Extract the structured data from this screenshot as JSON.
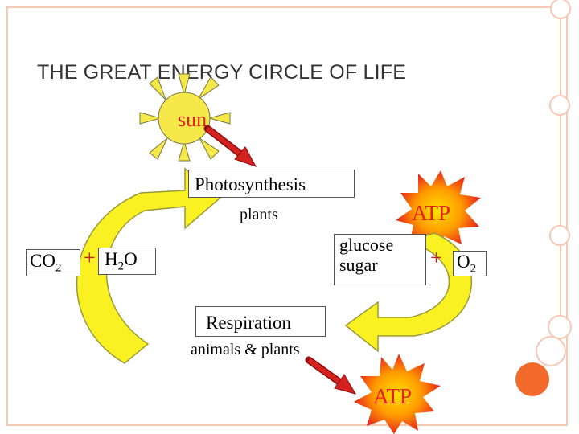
{
  "title": "THE GREAT ENERGY CIRCLE OF LIFE",
  "sun_label": "sun",
  "photosynthesis": {
    "label": "Photosynthesis",
    "organisms": "plants"
  },
  "reactants": {
    "co2": "CO",
    "co2_sub": "2",
    "plus": "+",
    "h2o_a": "H",
    "h2o_sub": "2",
    "h2o_b": "O"
  },
  "products": {
    "glucose_line1": "glucose",
    "glucose_line2": "sugar",
    "plus": "+",
    "o2": "O",
    "o2_sub": "2"
  },
  "respiration": {
    "label": "Respiration",
    "organisms": "animals & plants"
  },
  "atp_top": "ATP",
  "atp_bottom": "ATP",
  "colors": {
    "arrow_yellow": "#f9f121",
    "arrow_outline": "#9a9a3a",
    "sun_rays": "#f7e84a",
    "text_red": "#e51e1e",
    "red_arrow": "#d4221f",
    "starburst_center": "#ffd800",
    "starburst_edge": "#e8261b",
    "accent_orange": "#f36a2d",
    "border_peach": "#f6c9b4"
  },
  "icons": [
    "sun-icon",
    "red-arrow-icon",
    "starburst-icon",
    "curved-arrow-icon"
  ]
}
